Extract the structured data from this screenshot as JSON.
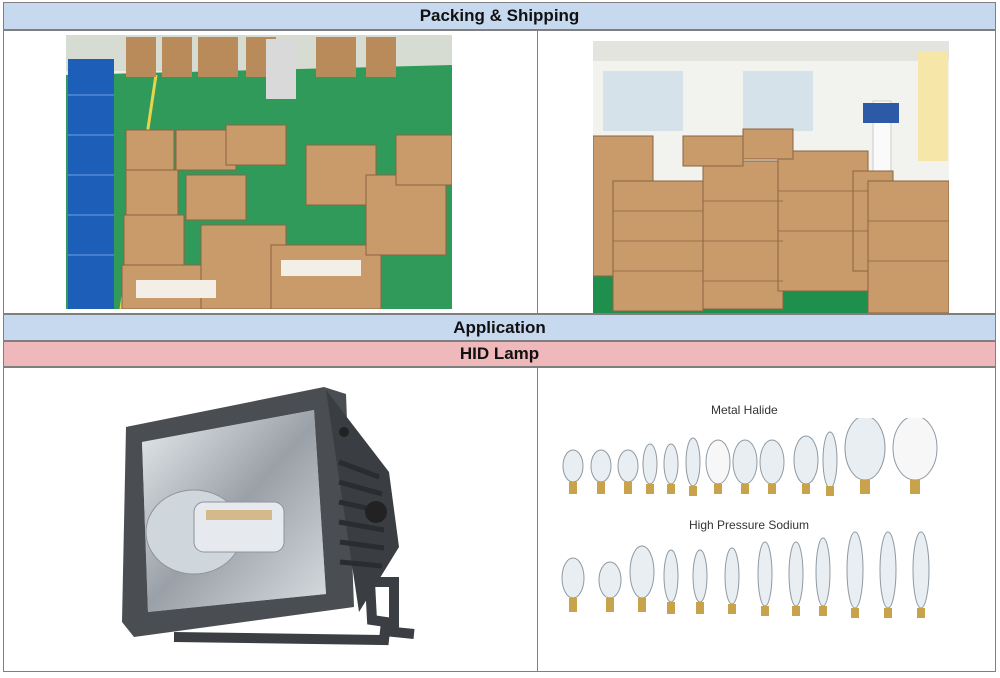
{
  "sections": {
    "packing": {
      "title": "Packing & Shipping"
    },
    "application": {
      "title": "Application"
    },
    "hid": {
      "title": "HID Lamp"
    }
  },
  "lamp_chart": {
    "metal_halide_label": "Metal Halide",
    "hps_label": "High Pressure Sodium"
  },
  "colors": {
    "header_blue": "#c6d9ef",
    "header_pink": "#efb9bb",
    "floor_green": "#2f9a5a",
    "carton": "#c99a6a",
    "housing": "#4a4d52"
  }
}
